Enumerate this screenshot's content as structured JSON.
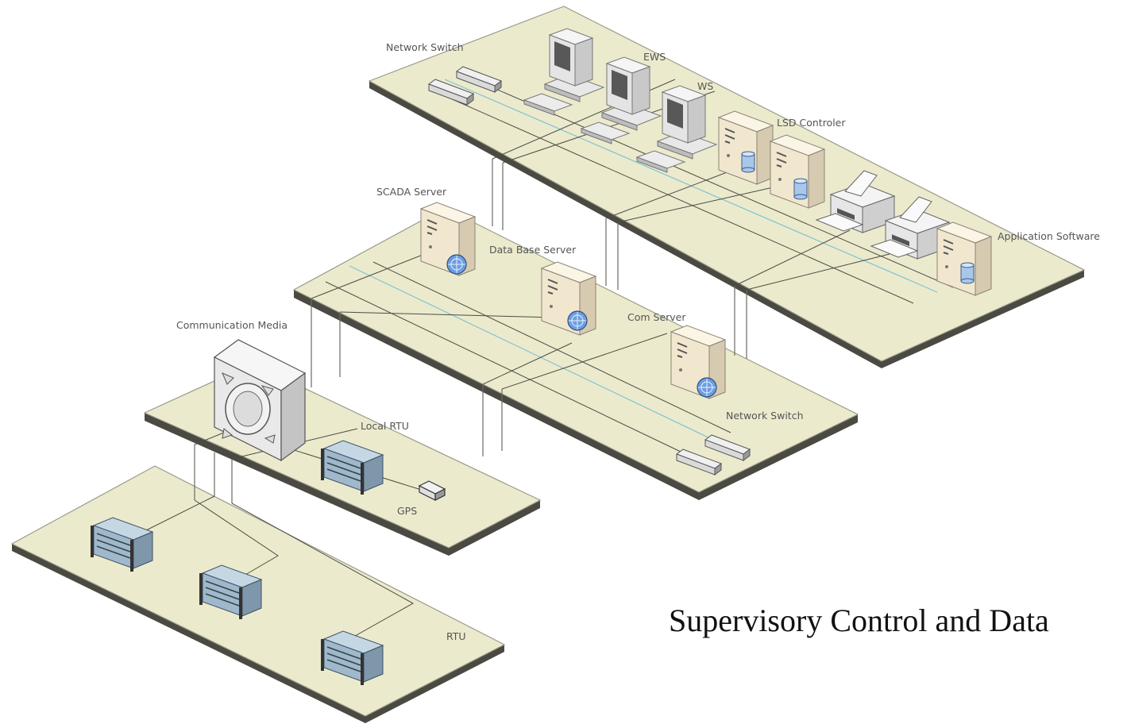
{
  "labels": {
    "network_switch_top": "Network Switch",
    "ews": "EWS",
    "ws": "WS",
    "lsd_controller": "LSD Controler",
    "application_software": "Application Software",
    "scada_server": "SCADA Server",
    "database_server": "Data Base Server",
    "com_server": "Com Server",
    "network_switch_mid": "Network Switch",
    "communication_media": "Communication Media",
    "local_rtu": "Local RTU",
    "gps": "GPS",
    "rtu": "RTU"
  },
  "caption": "Supervisory Control and Data",
  "colors": {
    "platform_top": "#eceacd",
    "platform_edge": "#4a4a42",
    "wire": "#4c4c44",
    "wire_accent": "#7fc3cf",
    "server_body": "#f1e7cf",
    "rtu_body": "#9fb8cc",
    "globe": "#6e9ee0",
    "disk": "#a9c7ea"
  }
}
